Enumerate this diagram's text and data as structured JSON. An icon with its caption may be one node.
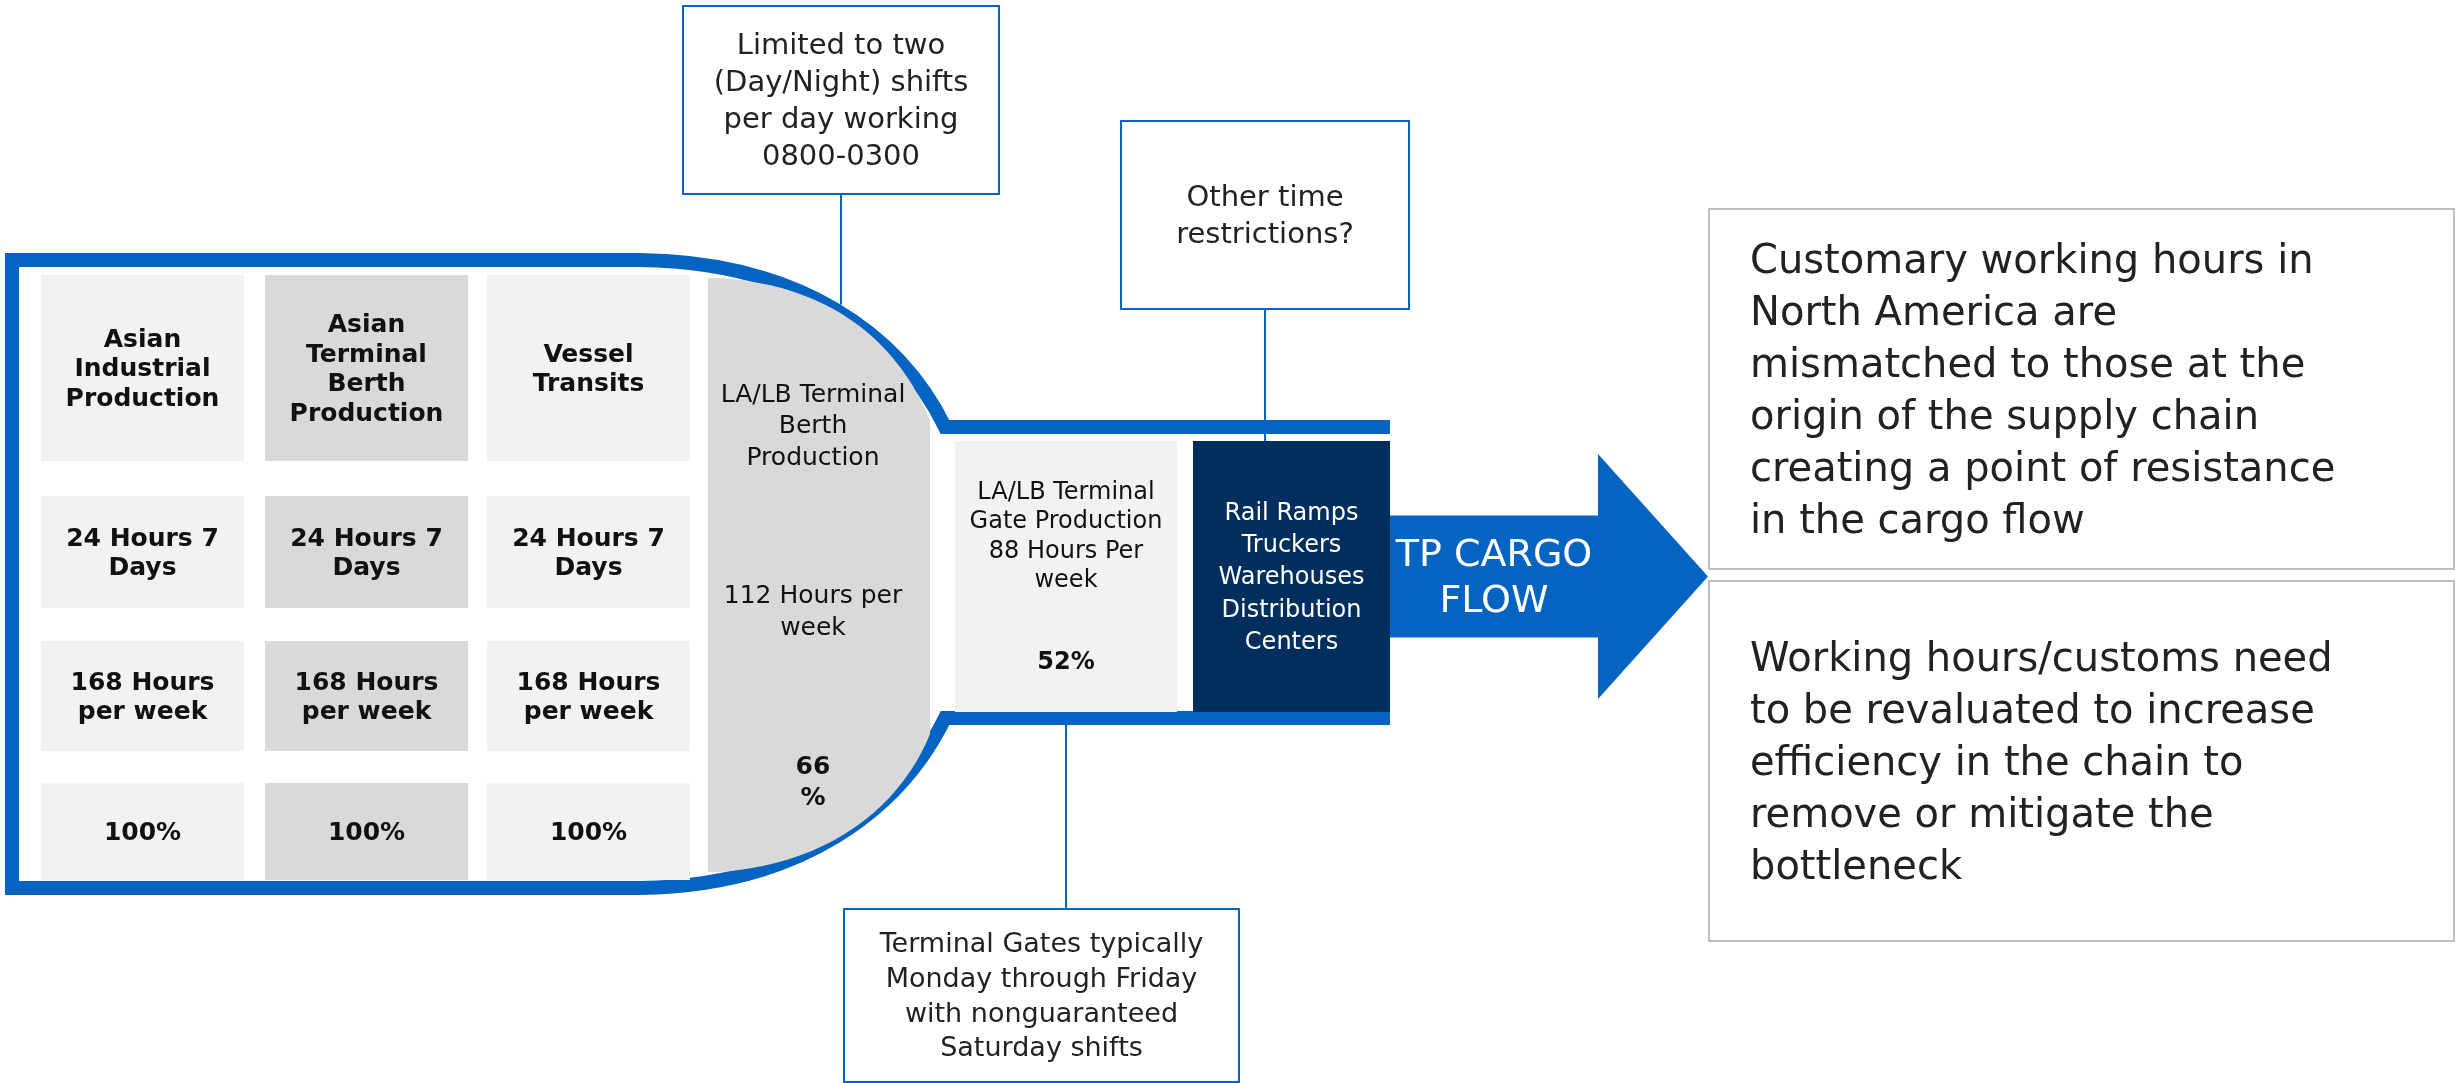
{
  "diagram": {
    "nodes": [
      {
        "text": [
          "Limited to two (Day/Night) shifts per day working 0800-0300"
        ]
      },
      {
        "text": [
          "Other time restrictions?"
        ]
      },
      {
        "text": [
          "Asian Industrial Production"
        ]
      },
      {
        "text": [
          "Asian Terminal Berth Production"
        ]
      },
      {
        "text": [
          "Vessel Transits"
        ]
      },
      {
        "text": [
          "24 Hours 7 Days"
        ]
      },
      {
        "text": [
          "24 Hours 7 Days"
        ]
      },
      {
        "text": [
          "24 Hours 7 Days"
        ]
      },
      {
        "text": [
          "168 Hours per week"
        ]
      },
      {
        "text": [
          "168 Hours per week"
        ]
      },
      {
        "text": [
          "168 Hours per week"
        ]
      },
      {
        "text": [
          "100%"
        ]
      },
      {
        "text": [
          "100%"
        ]
      },
      {
        "text": [
          "100%"
        ]
      },
      {
        "text": [
          "LA/LB Terminal Berth Production",
          "112 Hours per week",
          "66 %"
        ]
      },
      {
        "text": [
          "LA/LB Terminal Gate Production 88 Hours Per week",
          "52%"
        ]
      },
      {
        "text": [
          "Rail Ramps Truckers Warehouses Distribution Centers"
        ]
      },
      {
        "text": [
          "Customary working hours in North America are mismatched to those at the origin of the supply chain creating a point of resistance in the cargo flow"
        ]
      },
      {
        "text": [
          "Working hours/customs need to be revaluated to increase efficiency in the chain to remove or mitigate the bottleneck"
        ]
      },
      {
        "text": [
          "Terminal Gates typically Monday through Friday with nonguaranteed Saturday shifts"
        ]
      }
    ],
    "edges": [
      {
        "from": 0,
        "to": 14,
        "arrow": "none"
      },
      {
        "from": 1,
        "to": 16,
        "arrow": "none"
      },
      {
        "from": 19,
        "to": 15,
        "arrow": "none"
      },
      {
        "from": 16,
        "to": 17,
        "arrow": "to",
        "label": "TP CARGO FLOW",
        "style": "thick"
      }
    ]
  }
}
